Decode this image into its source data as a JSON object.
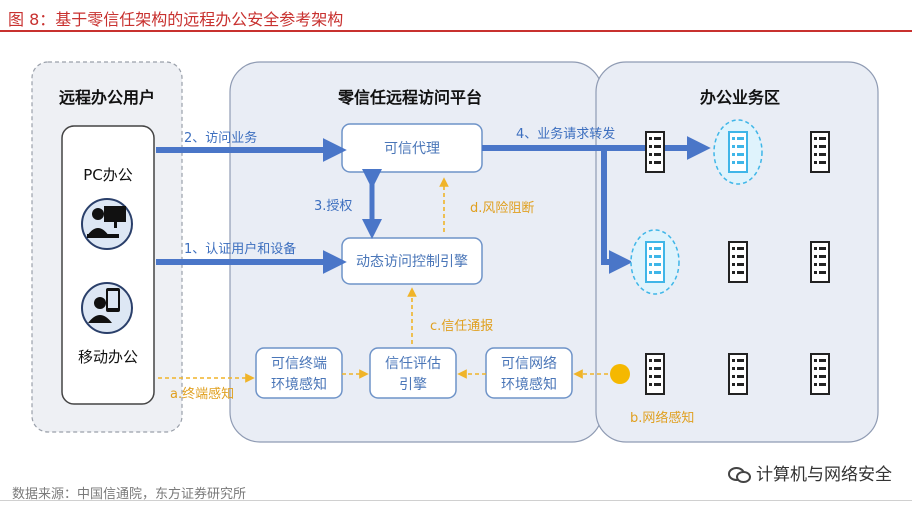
{
  "figure": {
    "title": "图 8：基于零信任架构的远程办公安全参考架构",
    "source": "数据来源：中国信通院，东方证券研究所",
    "watermark": "计算机与网络安全"
  },
  "panels": {
    "users_title": "远程办公用户",
    "platform_title": "零信任远程访问平台",
    "office_title": "办公业务区"
  },
  "users": {
    "pc_label": "PC办公",
    "mobile_label": "移动办公",
    "pc_icon": "desktop-user-icon",
    "mobile_icon": "mobile-user-icon"
  },
  "boxes": {
    "trusted_proxy": "可信代理",
    "dynamic_engine": "动态访问控制引擎",
    "terminal_sense_1": "可信终端",
    "terminal_sense_2": "环境感知",
    "trust_eval_1": "信任评估",
    "trust_eval_2": "引擎",
    "network_sense_1": "可信网络",
    "network_sense_2": "环境感知"
  },
  "arrows": {
    "access_business": "2、访问业务",
    "authenticate": "1、认证用户和设备",
    "authorize": "3.授权",
    "risk_block": "d.风险阻断",
    "trust_notify": "c.信任通报",
    "terminal_sense": "a.终端感知",
    "network_sense": "b.网络感知",
    "forward_request": "4、业务请求转发"
  },
  "colors": {
    "accent_red": "#c8312f",
    "flow_blue": "#4a76c8",
    "signal_orange": "#f0b429",
    "panel_bg": "#eef1f7",
    "highlight_cyan": "#3fb6e8"
  }
}
